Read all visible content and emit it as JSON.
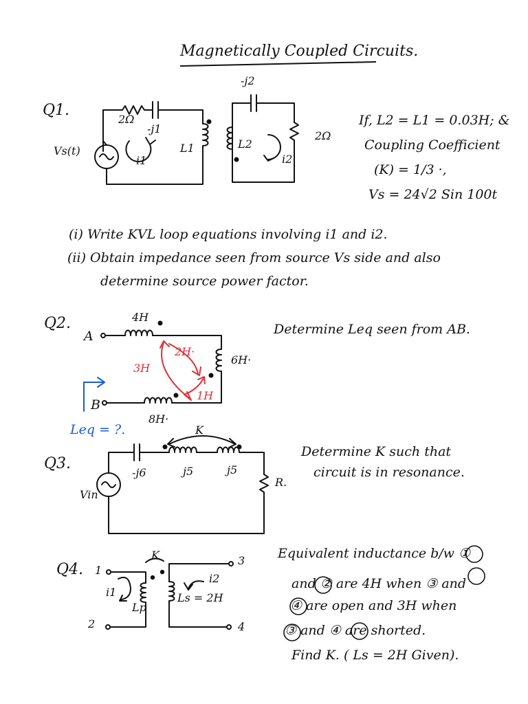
{
  "title": "Magnetically Coupled Circuits.",
  "q1": {
    "label": "Q1.",
    "components": {
      "resistor_left": "2Ω",
      "cap_left": "-j1",
      "cap_top": "-j2",
      "source": "Vs(t)",
      "inductor1": "L1",
      "inductor2": "L2",
      "resistor_right": "2Ω",
      "loop1": "i1",
      "loop2": "i2"
    },
    "given": [
      "If, L2 = L1 = 0.03H; &",
      "Coupling Coefficient",
      "(K) = 1/3 ·,",
      "Vs = 24√2 Sin 100t"
    ],
    "tasks": [
      "(i) Write KVL loop equations involving i1 and i2.",
      "(ii) Obtain impedance seen from source Vs side and also",
      "determine source power factor."
    ]
  },
  "q2": {
    "label": "Q2.",
    "node_a": "A",
    "node_b": "B",
    "l_top": "4H",
    "l_right": "6H·",
    "l_bottom": "8H·",
    "m_a": "3H",
    "m_b": "2H·",
    "m_c": "1H",
    "answer_note": "Leq = ?.",
    "task": "Determine Leq seen from AB."
  },
  "q3": {
    "label": "Q3.",
    "cap": "-j6",
    "l1": "j5",
    "l2": "j5",
    "k": "K",
    "resistor": "R.",
    "source": "Vin",
    "task_lines": [
      "Determine K such that",
      "circuit is in resonance."
    ]
  },
  "q4": {
    "label": "Q4.",
    "node1": "1",
    "node2": "2",
    "node3": "3",
    "node4": "4",
    "k": "K",
    "lp": "Lp",
    "ls": "Ls = 2H",
    "i1": "i1",
    "i2": "i2",
    "task_lines": [
      "Equivalent inductance b/w ① ",
      "and ② are 4H when ③ and",
      "④ are open and 3H when",
      "③ and ④ are shorted.",
      "Find K. ( Ls = 2H Given)."
    ]
  },
  "colors": {
    "ink": "#111111",
    "red": "#e0303a",
    "blue": "#1a5adc"
  }
}
